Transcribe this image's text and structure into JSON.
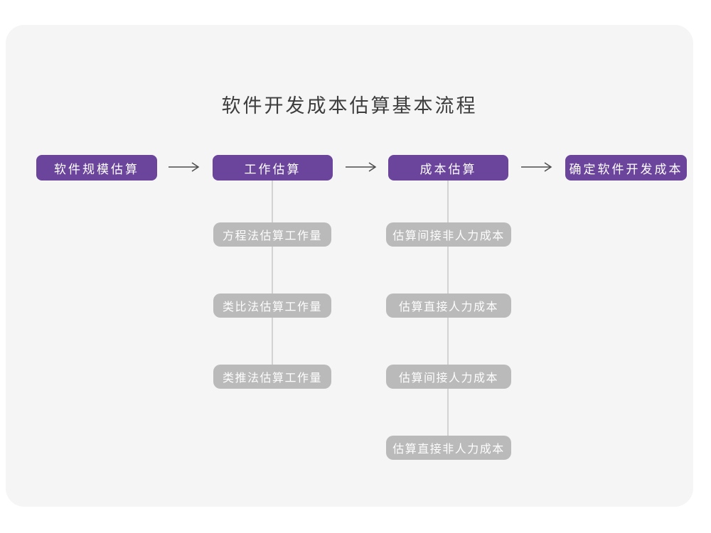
{
  "title": "软件开发成本估算基本流程",
  "colors": {
    "primary": "#6B449B",
    "card_background": "#F5F5F6",
    "sub_box": "#BABABA",
    "sub_box_text": "#FDFDFD",
    "box_text": "#FFFFFF",
    "title_text": "#3D3D3D",
    "arrow": "#4D4D4D",
    "connector": "#D3D3D3"
  },
  "icons": {
    "arrow_right": "⟶"
  },
  "flow": {
    "main_steps": [
      {
        "label": "软件规模估算"
      },
      {
        "label": "工作估算"
      },
      {
        "label": "成本估算"
      },
      {
        "label": "确定软件开发成本"
      }
    ],
    "work_estimation_methods": [
      "方程法估算工作量",
      "类比法估算工作量",
      "类推法估算工作量"
    ],
    "cost_estimation_items": [
      "估算间接非人力成本",
      "估算直接人力成本",
      "估算间接人力成本",
      "估算直接非人力成本"
    ]
  }
}
